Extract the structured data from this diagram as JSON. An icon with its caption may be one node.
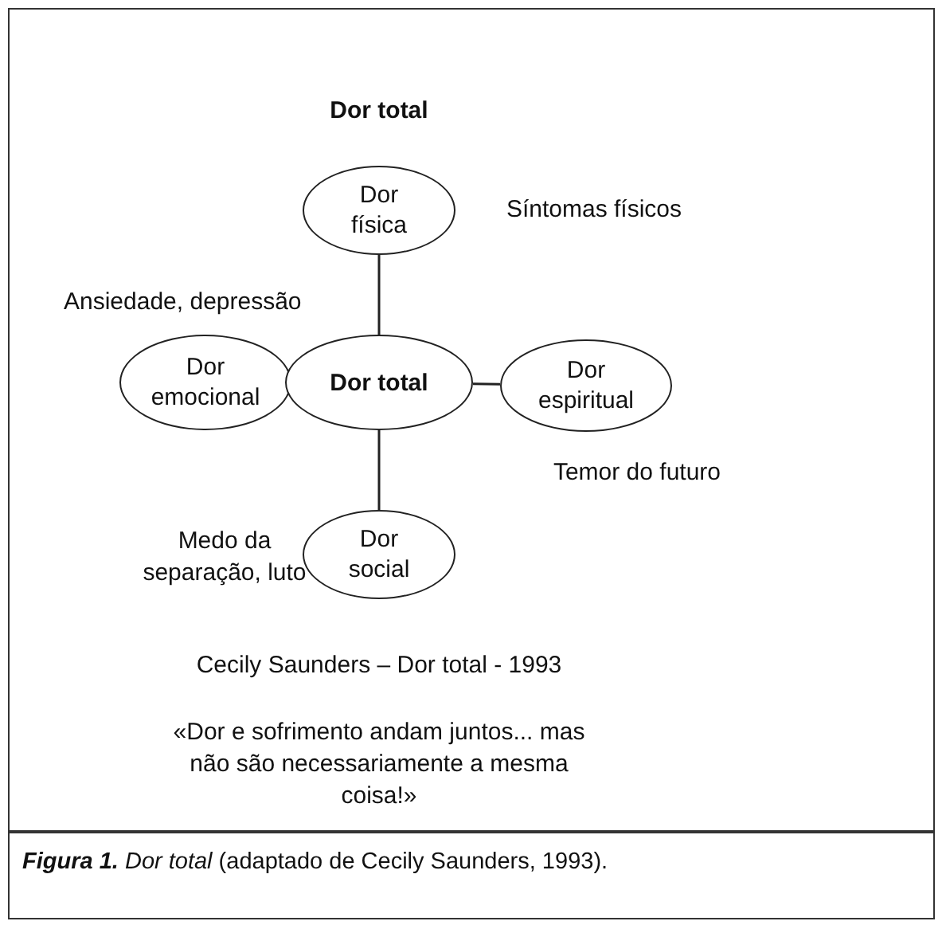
{
  "diagram": {
    "title": "Dor total",
    "nodes": [
      {
        "text": [
          "Dor física"
        ],
        "beside": [
          "Síntomas físicos"
        ]
      },
      {
        "text": [
          "Dor emocional"
        ],
        "beside": [
          "Ansiedade, depressão"
        ]
      },
      {
        "text": [
          "Dor total"
        ]
      },
      {
        "text": [
          "Dor espiritual"
        ],
        "beside": [
          "Temor do futuro"
        ]
      },
      {
        "text": [
          "Dor social"
        ],
        "beside": [
          "Medo da separação, luto"
        ]
      }
    ],
    "edges": [
      {
        "from": 2,
        "to": 0,
        "arrow": "none"
      },
      {
        "from": 2,
        "to": 1,
        "arrow": "none"
      },
      {
        "from": 2,
        "to": 3,
        "arrow": "none"
      },
      {
        "from": 2,
        "to": 4,
        "arrow": "none"
      }
    ],
    "labels": [
      "Cecily Saunders – Dor total - 1993",
      "«Dor e sofrimento andam juntos... mas não são necessariamente a mesma coisa!»"
    ],
    "caption": "**Figura 1.** *Dor total* (adaptado de Cecily Saunders, 1993)."
  }
}
